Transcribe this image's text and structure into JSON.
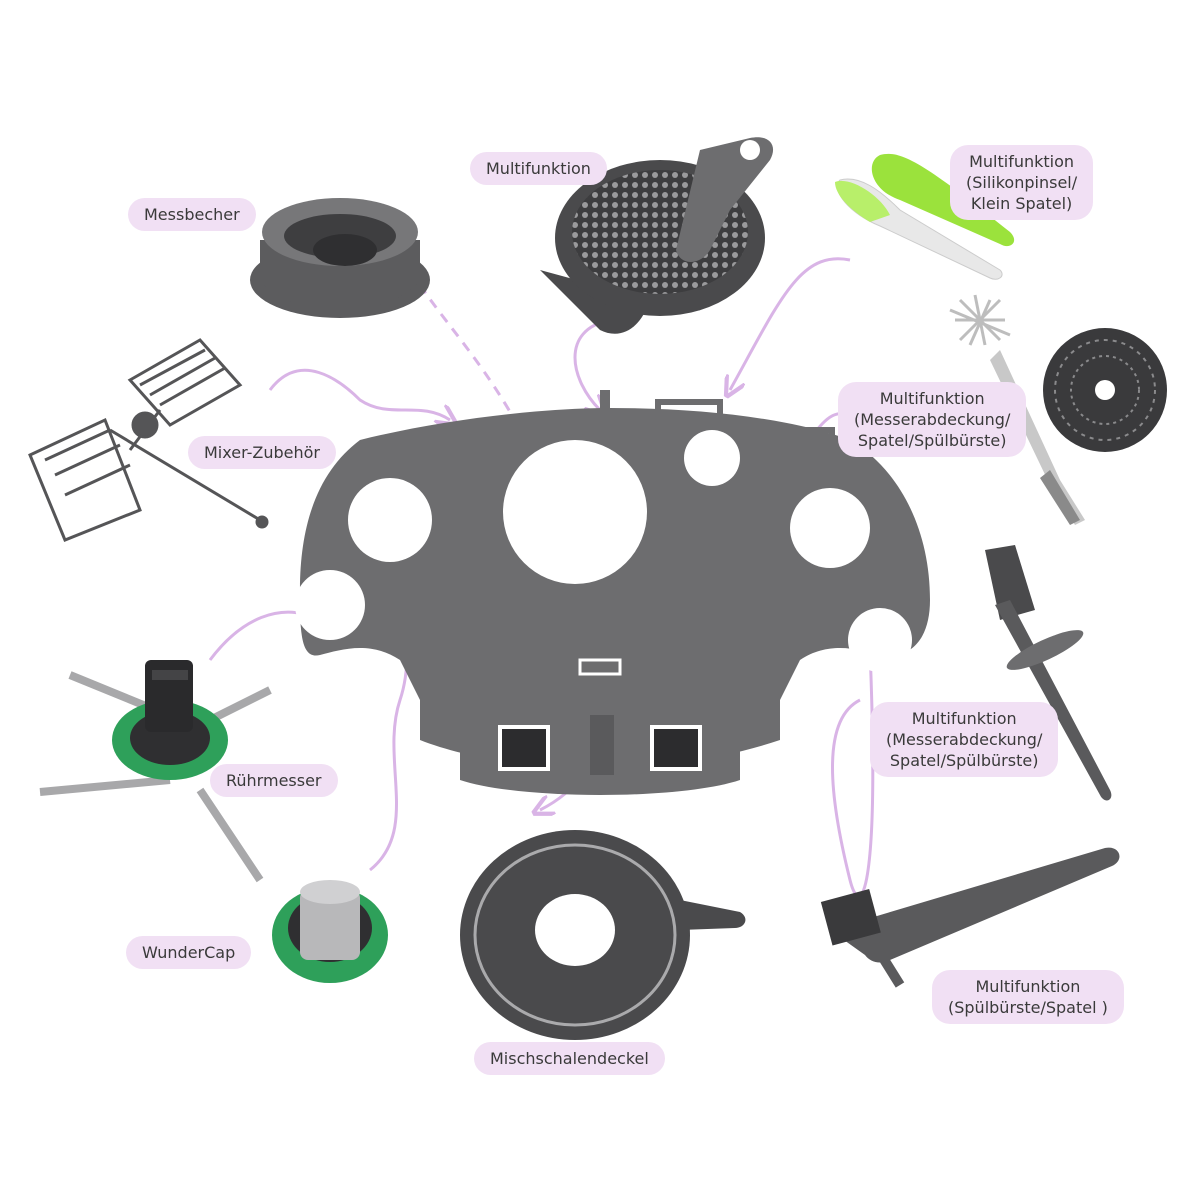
{
  "labels": {
    "messbecher": "Messbecher",
    "multifunktion_top": "Multifunktion",
    "silikon": [
      "Multifunktion",
      "(Silikonpinsel/",
      "Klein Spatel)"
    ],
    "mixer": "Mixer-Zubehör",
    "messer_top": [
      "Multifunktion",
      "(Messerabdeckung/",
      "Spatel/Spülbürste)"
    ],
    "ruehrmesser": "Rührmesser",
    "messer_bottom": [
      "Multifunktion",
      "(Messerabdeckung/",
      "Spatel/Spülbürste)"
    ],
    "wundercap": "WunderCap",
    "mischschalendeckel": "Mischschalendeckel",
    "spuelbuerste": [
      "Multifunktion",
      "(Spülbürste/Spatel )"
    ]
  },
  "colors": {
    "holder_gray": "#6d6d6f",
    "dark_gray": "#4a4a4c",
    "label_bg": "#f1e0f4",
    "arrow_purple": "#d9b4e6",
    "accent_green": "#2ea05a",
    "lime_green": "#9be23c"
  },
  "icons": [
    "measuring-cup-icon",
    "strainer-icon",
    "silicone-brush-icon",
    "bottle-brush-icon",
    "blade-cover-disc-icon",
    "mixer-whisk-icon",
    "holder-rack-icon",
    "mixing-blade-icon",
    "spatula-icon",
    "wundercap-icon",
    "bowl-lid-icon",
    "cleaning-brush-icon"
  ]
}
